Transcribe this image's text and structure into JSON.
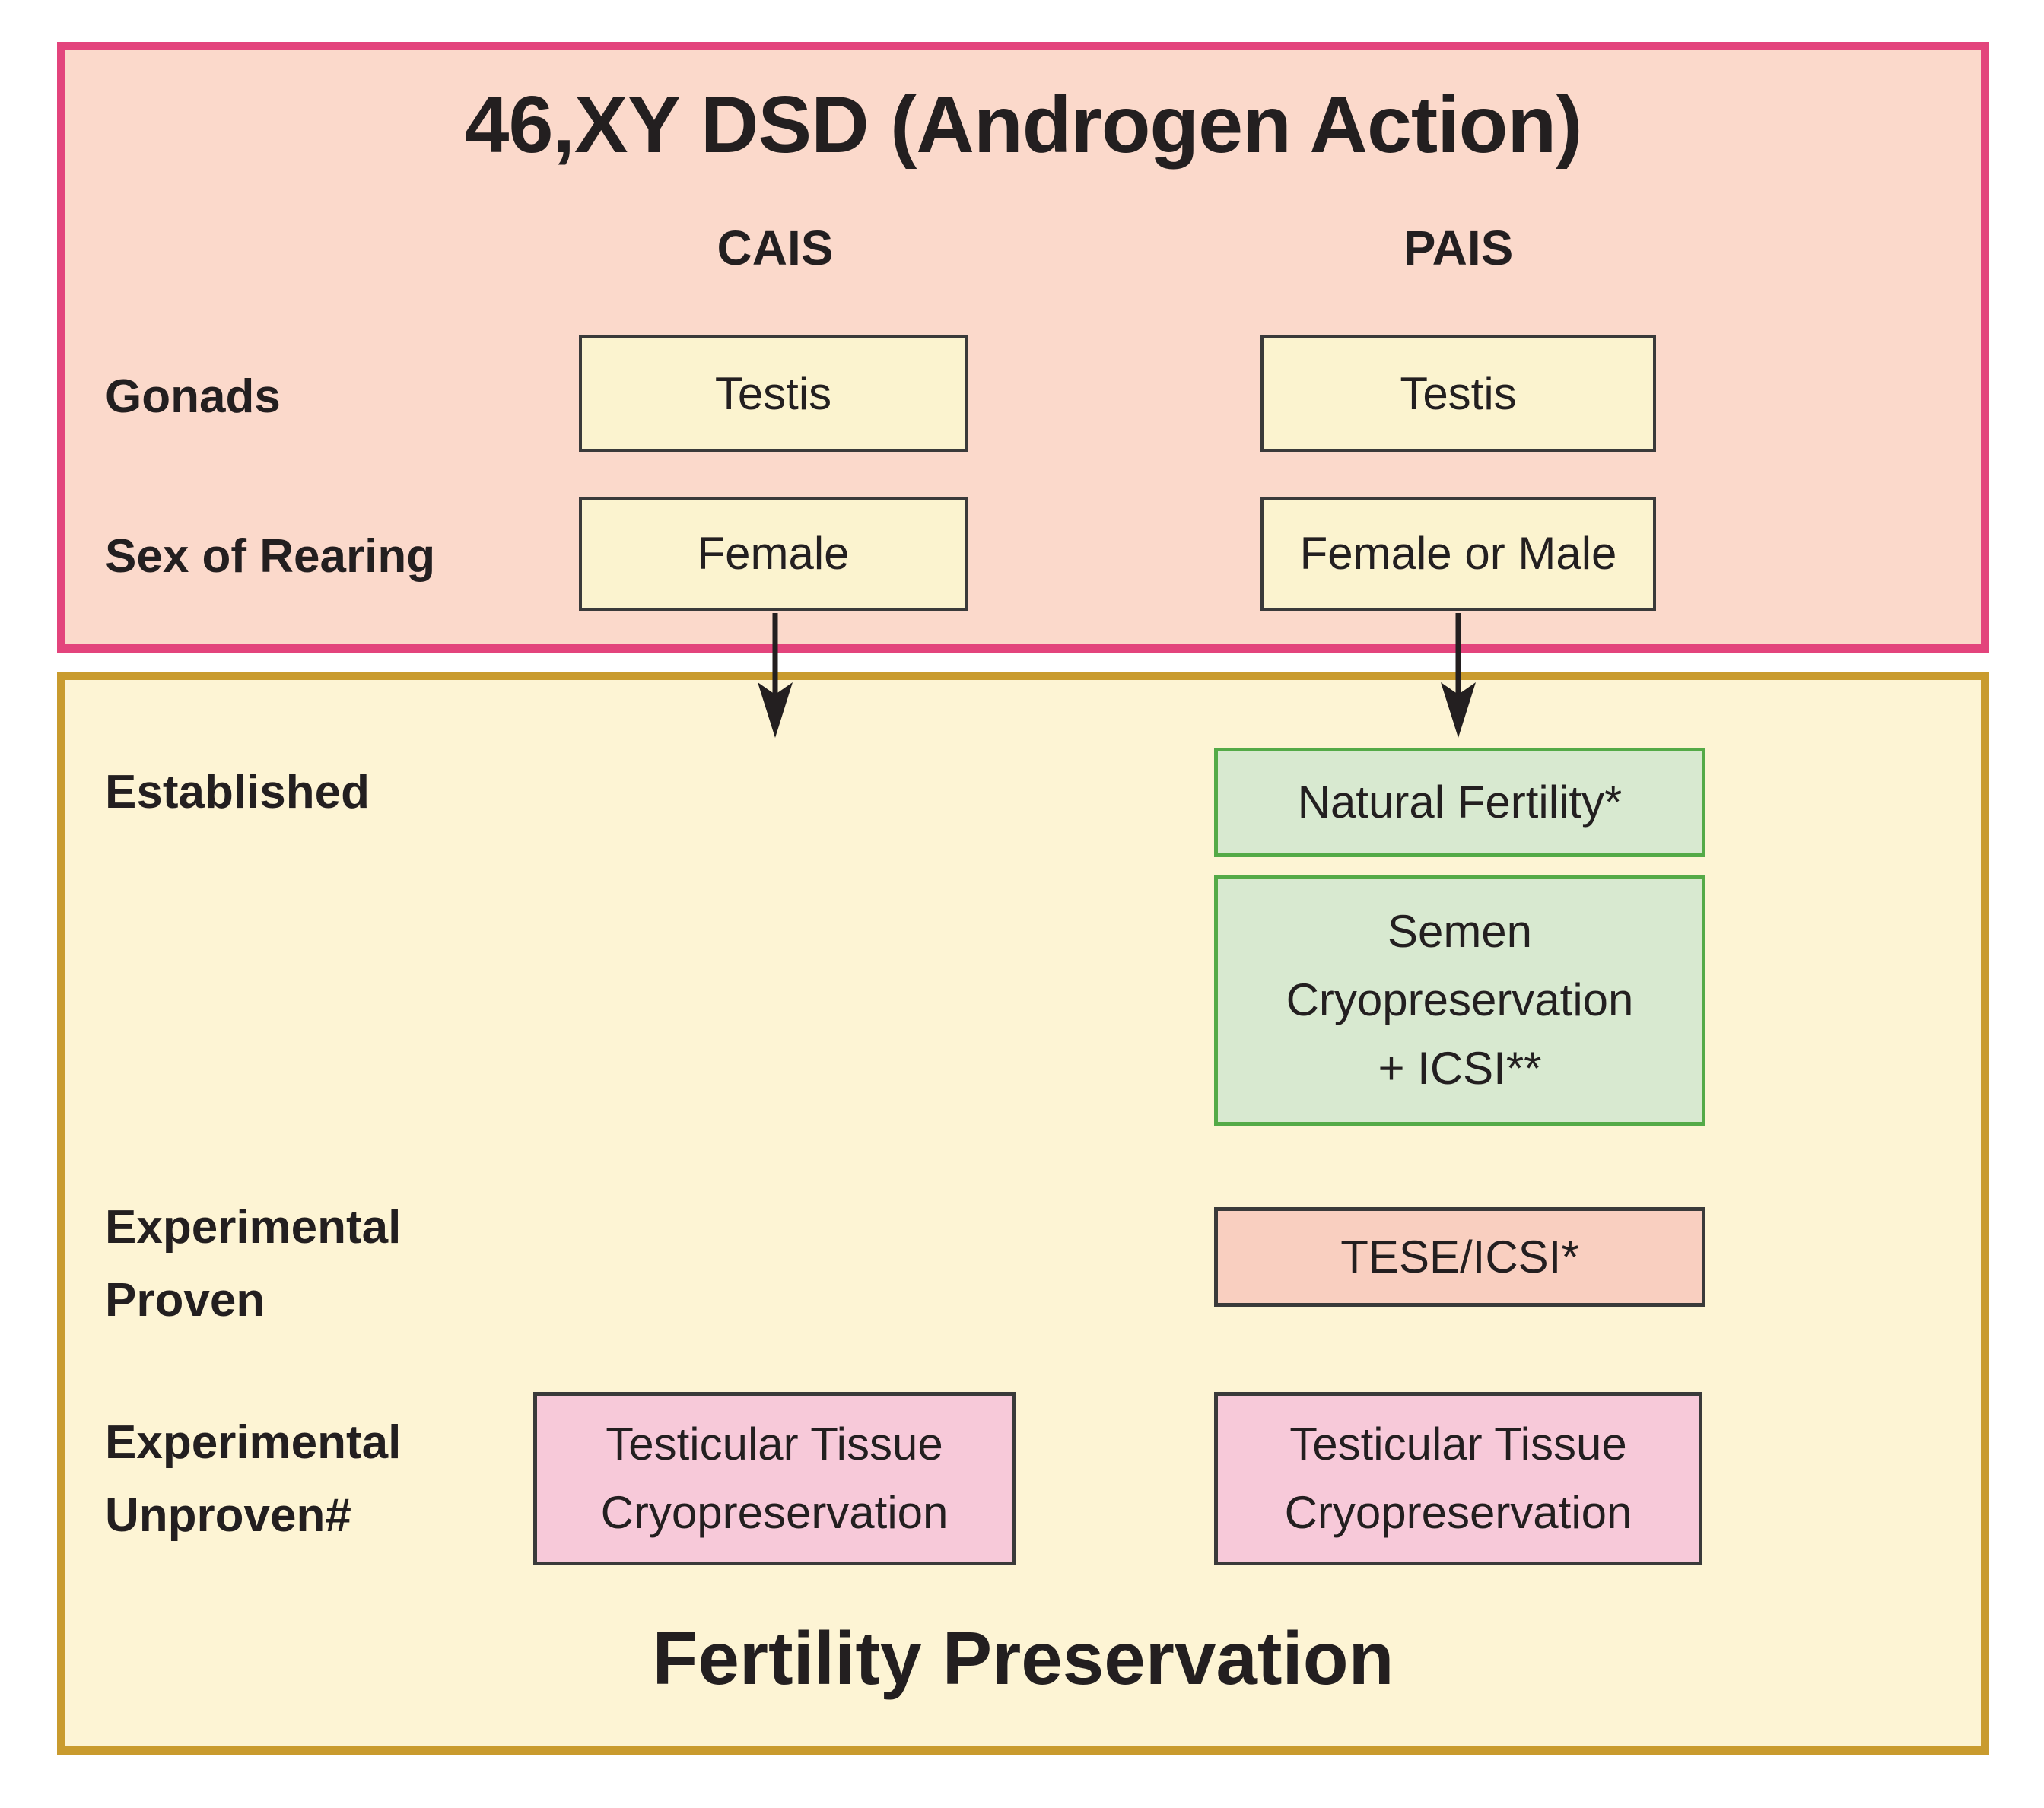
{
  "top_panel": {
    "title": "46,XY DSD (Androgen Action)",
    "columns": {
      "cais": "CAIS",
      "pais": "PAIS"
    },
    "row_labels": {
      "gonads": "Gonads",
      "sex_of_rearing": "Sex of Rearing"
    },
    "boxes": {
      "gonads_cais": "Testis",
      "gonads_pais": "Testis",
      "sex_cais": "Female",
      "sex_pais": "Female or Male"
    }
  },
  "bottom_panel": {
    "title": "Fertility Preservation",
    "row_labels": {
      "established": "Established",
      "experimental_proven": "Experimental\nProven",
      "experimental_unproven": "Experimental\nUnproven#"
    },
    "boxes": {
      "natural_fertility": "Natural Fertility*",
      "semen_cryo_icsi": "Semen\nCryopreservation\n+ ICSI**",
      "tese_icsi": "TESE/ICSI*",
      "ttc_cais": "Testicular Tissue\nCryopreservation",
      "ttc_pais": "Testicular Tissue\nCryopreservation"
    }
  },
  "colors": {
    "top_panel_border": "#e3447c",
    "top_panel_fill": "#fbd9cb",
    "bottom_panel_border": "#c99b2e",
    "bottom_panel_fill": "#fdf4d4",
    "cream_box_fill": "#fbf3cf",
    "green_box_fill": "#d8e9d0",
    "green_box_border": "#54aa47",
    "salmon_box_fill": "#f9cfc0",
    "pink_box_fill": "#f7c9d9",
    "box_border": "#3a3a3a",
    "text": "#231f20",
    "arrow": "#231f20"
  }
}
